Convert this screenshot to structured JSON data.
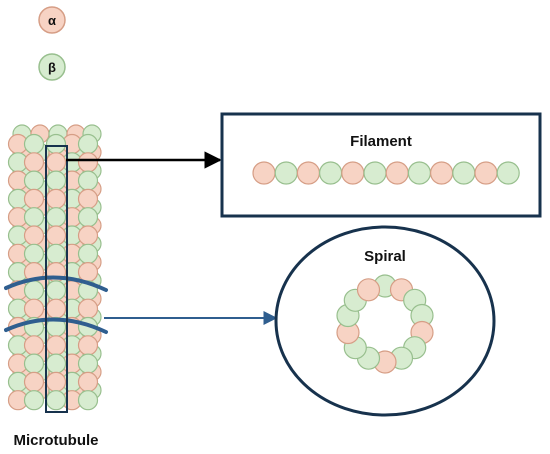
{
  "legend": [
    {
      "symbol": "α",
      "color": "#f7d3c4",
      "ring": "#d69e86"
    },
    {
      "symbol": "β",
      "color": "#d7ecd0",
      "ring": "#98bf8e"
    }
  ],
  "labels": {
    "filament": "Filament",
    "spiral": "Spiral",
    "microtubule": "Microtubule"
  },
  "colors": {
    "alpha_fill": "#f7d3c4",
    "alpha_stroke": "#d69e86",
    "beta_fill": "#d7ecd0",
    "beta_stroke": "#98bf8e",
    "box_stroke": "#17324d",
    "cut_line": "#2f5e8f",
    "arrow_top": "#000000",
    "arrow_bottom": "#2f5e8f"
  },
  "filament": {
    "sequence": [
      "alpha",
      "beta",
      "alpha",
      "beta",
      "alpha",
      "beta",
      "alpha",
      "beta",
      "alpha",
      "beta",
      "alpha",
      "beta"
    ]
  },
  "spiral": {
    "subunit_count": 14
  },
  "microtubule": {
    "ring_count": 15
  }
}
